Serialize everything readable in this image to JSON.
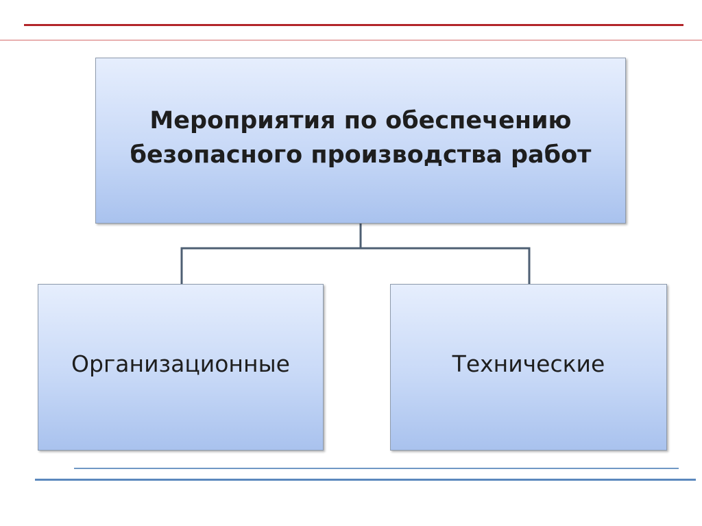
{
  "diagram": {
    "root": {
      "lines": [
        "Мероприятия по обеспечению",
        "безопасного производства работ"
      ]
    },
    "children": [
      {
        "label": "Организационные"
      },
      {
        "label": "Технические"
      }
    ]
  },
  "colors": {
    "box_gradient_top": "#e6eefd",
    "box_gradient_bottom": "#a9c2ee",
    "box_border": "#8d9aac",
    "connector": "#4e5f73",
    "accent_red": "#b3262a",
    "accent_blue": "#5b88bd"
  }
}
